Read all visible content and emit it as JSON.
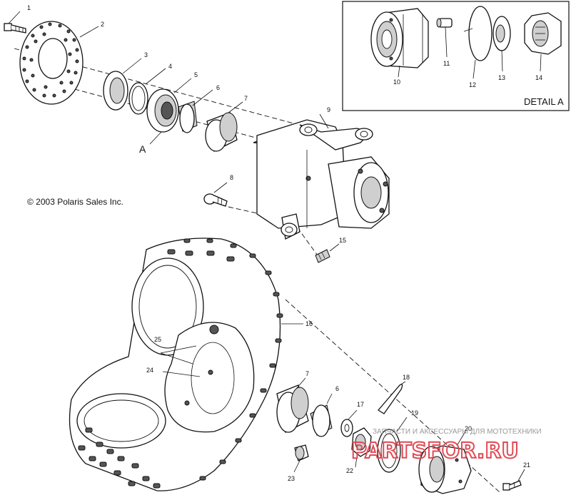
{
  "copyright": "© 2003 Polaris Sales Inc.",
  "detail_caption": "DETAIL A",
  "detail_marker": "A",
  "watermark_text": "ЗАПЧАСТИ И АКСЕССУАРЫ ДЛЯ МОТОТЕХНИКИ",
  "watermark_logo": "PARTSFOR.RU",
  "callouts": {
    "c1": "1",
    "c2": "2",
    "c3": "3",
    "c4": "4",
    "c5": "5",
    "c6": "6",
    "c7": "7",
    "c8": "8",
    "c9": "9",
    "c10": "10",
    "c11": "11",
    "c12": "12",
    "c13": "13",
    "c14": "14",
    "c15": "15",
    "c16": "16",
    "c17": "17",
    "c18": "18",
    "c19": "19",
    "c20": "20",
    "c21": "21",
    "c22": "22",
    "c23": "23",
    "c24": "24",
    "c25": "25",
    "c6b": "6",
    "c7b": "7"
  }
}
